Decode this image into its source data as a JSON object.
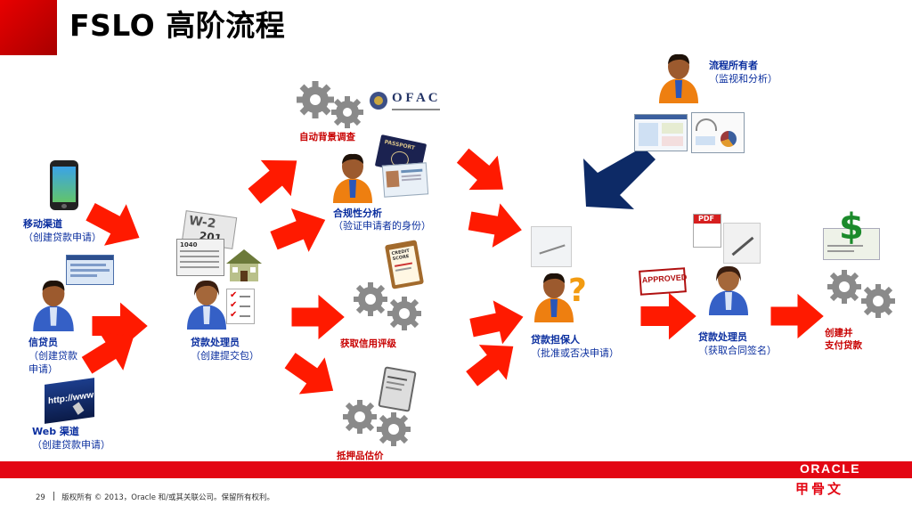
{
  "title": "FSLO 高阶流程",
  "nodes": {
    "mobile": {
      "title": "移动渠道",
      "desc": "（创建贷款申请）"
    },
    "loan_officer": {
      "title": "信贷员",
      "desc1": "（创建贷款",
      "desc2": "申请）"
    },
    "web": {
      "title": "Web 渠道",
      "desc": "（创建贷款申请）"
    },
    "processor": {
      "title": "贷款处理员",
      "desc": "（创建提交包）"
    },
    "background": {
      "title": "自动背景调查"
    },
    "compliance": {
      "title": "合规性分析",
      "desc": "（验证申请者的身份）"
    },
    "credit": {
      "title": "获取信用评级"
    },
    "collateral": {
      "title": "抵押品估价"
    },
    "owner": {
      "title": "流程所有者",
      "desc": "（监视和分析）"
    },
    "underwriter": {
      "title": "贷款担保人",
      "desc": "（批准或否决申请）"
    },
    "processor2": {
      "title": "贷款处理员",
      "desc": "（获取合同签名）"
    },
    "payment": {
      "line1": "创建并",
      "line2": "支付贷款"
    }
  },
  "images": {
    "ofac_text": "O F A C",
    "passport_text": "PASSPORT",
    "http_text": "http://www",
    "approved_text": "APPROVED",
    "pdf_text": "PDF",
    "w2_text": "W-2",
    "year_text": "201",
    "form_text": "1040",
    "credit_text": "CREDIT SCORE"
  },
  "footer": {
    "page": "29",
    "copyright": "版权所有 © 2013，Oracle 和/或其关联公司。保留所有权利。",
    "brand": "ORACLE",
    "brand_cn": "甲骨文"
  },
  "colors": {
    "accent_red": "#e30613",
    "arrow_red": "#ff1a00",
    "arrow_navy": "#0d2a66",
    "label_blue": "#0b2f9f"
  }
}
